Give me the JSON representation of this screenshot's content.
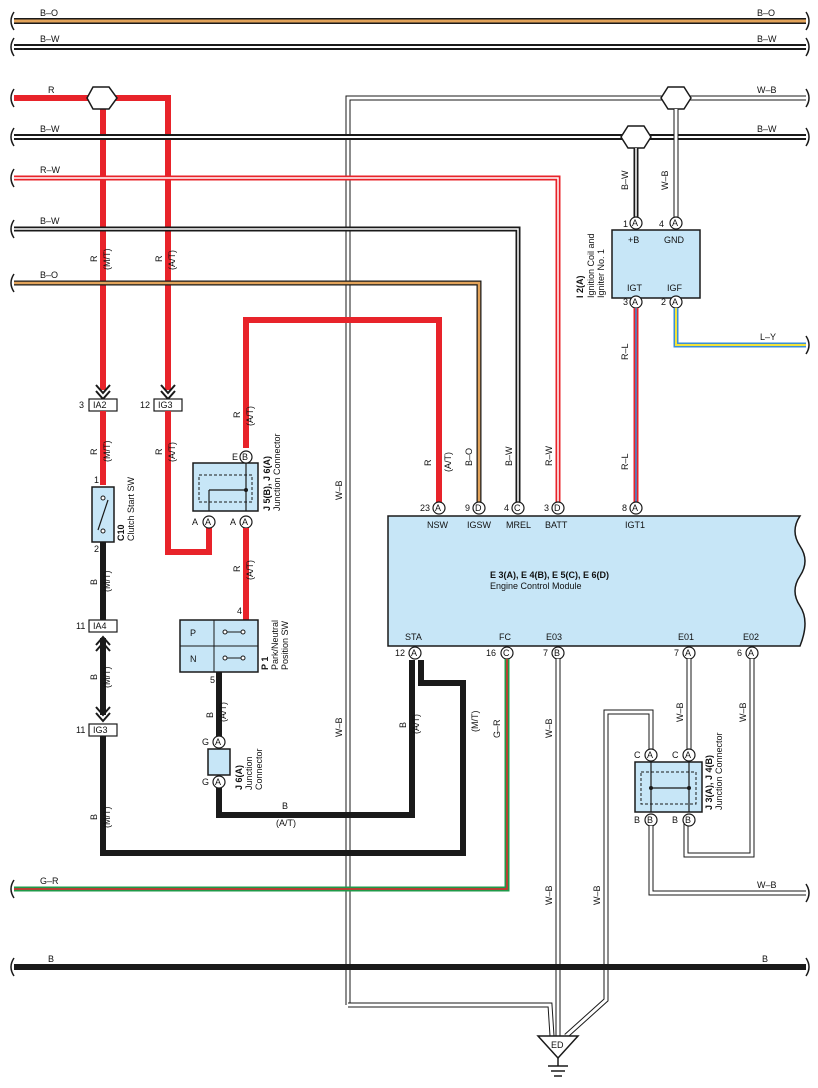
{
  "wire_labels": {
    "bus_bo": "B–O",
    "bus_bw": "B–W",
    "r": "R",
    "wb": "W–B",
    "rw": "R–W",
    "ly": "L–Y",
    "gr": "G–R",
    "b": "B",
    "rl": "R–L"
  },
  "qualifiers": {
    "mt": "(M/T)",
    "at": "(A/T)"
  },
  "connectors": {
    "ia2": "IA2",
    "ig3": "IG3",
    "ia4": "IA4",
    "pin_3": "3",
    "pin_12": "12",
    "pin_11": "11",
    "pin_1": "1",
    "pin_2": "2",
    "pin_4": "4",
    "pin_5": "5",
    "pin_23": "23",
    "pin_9": "9",
    "pin_8": "8",
    "pin_16": "16",
    "pin_7": "7",
    "pin_6": "6",
    "pin_a": "A",
    "pin_b": "B",
    "pin_c": "C",
    "pin_d": "D",
    "pin_e": "E",
    "pin_g": "G"
  },
  "components": {
    "c10_id": "C10",
    "c10_name": "Clutch Start SW",
    "j5_id": "J 5(B), J 6(A)",
    "j5_name": "Junction Connector",
    "p1_id": "P 1",
    "p1_name_1": "Park/Neutral",
    "p1_name_2": "Position SW",
    "p1_p": "P",
    "p1_n": "N",
    "j6_id": "J 6(A)",
    "j6_name_1": "Junction",
    "j6_name_2": "Connector",
    "i2_id": "I 2(A)",
    "i2_name_1": "Ignition Coil and",
    "i2_name_2": "Igniter No. 1",
    "i2_plus_b": "+B",
    "i2_gnd": "GND",
    "i2_igt": "IGT",
    "i2_igf": "IGF",
    "ecm_id": "E 3(A), E 4(B), E 5(C), E 6(D)",
    "ecm_name": "Engine Control Module",
    "ecm_nsw": "NSW",
    "ecm_igsw": "IGSW",
    "ecm_mrel": "MREL",
    "ecm_batt": "BATT",
    "ecm_igt1": "IGT1",
    "ecm_sta": "STA",
    "ecm_fc": "FC",
    "ecm_e03": "E03",
    "ecm_e01": "E01",
    "ecm_e02": "E02",
    "j3_id": "J 3(A), J 4(B)",
    "j3_name": "Junction Connector",
    "ground": "ED"
  },
  "colors": {
    "red": "#e8232a",
    "black": "#1a1a1a",
    "orange": "#e2a35a",
    "green": "#1f9a4a",
    "yellow": "#f2e43a",
    "blue": "#3a8fd6",
    "gray": "#9a9a9a",
    "component_fill": "#c7e6f7"
  }
}
